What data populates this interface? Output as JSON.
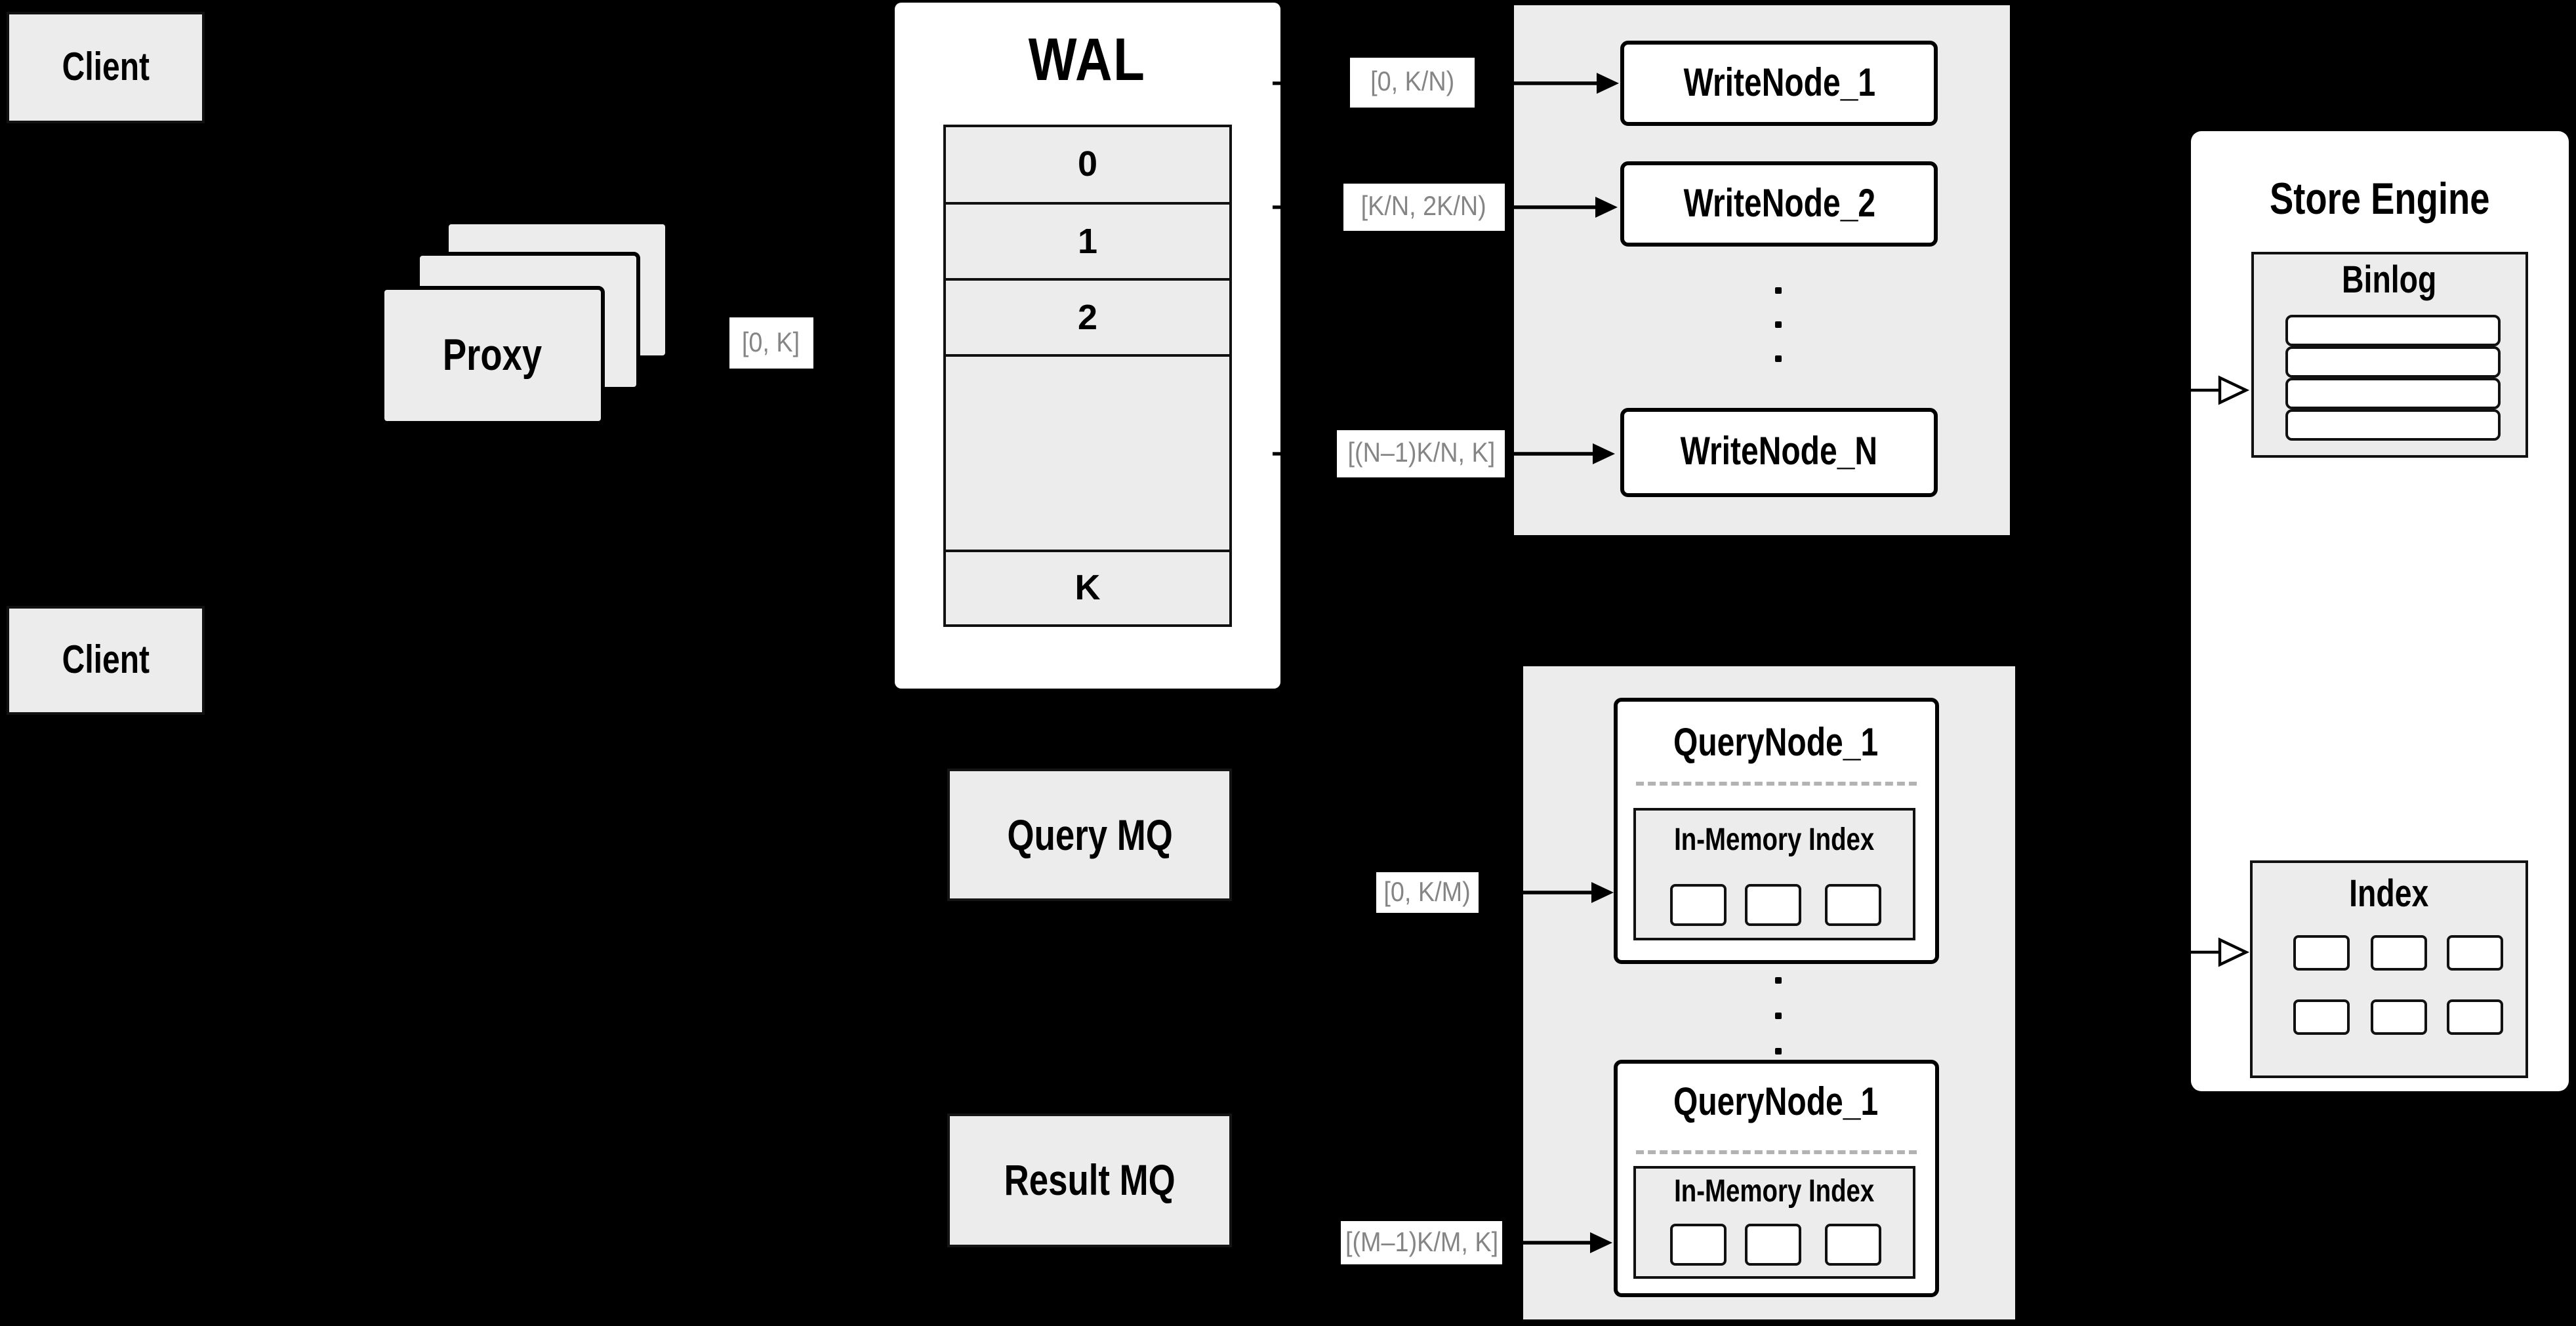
{
  "clients": {
    "top_label": "Client",
    "bottom_label": "Client"
  },
  "proxy": {
    "label": "Proxy",
    "range_label": "[0, K]"
  },
  "wal": {
    "title": "WAL",
    "rows": [
      "0",
      "1",
      "2"
    ],
    "last_row": "K"
  },
  "write_group": {
    "labels": [
      "[0,  K/N)",
      "[K/N, 2K/N)",
      "[(N–1)K/N,  K]"
    ],
    "nodes": [
      "WriteNode_1",
      "WriteNode_2",
      "WriteNode_N"
    ]
  },
  "query_group": {
    "labels": [
      "[0, K/M)",
      "[(M–1)K/M, K]"
    ],
    "nodes": [
      {
        "title": "QueryNode_1",
        "index_label": "In-Memory Index"
      },
      {
        "title": "QueryNode_1",
        "index_label": "In-Memory Index"
      }
    ]
  },
  "mq": {
    "query_label": "Query MQ",
    "result_label": "Result MQ"
  },
  "store_engine": {
    "title": "Store Engine",
    "binlog_title": "Binlog",
    "index_title": "Index"
  },
  "colors": {
    "background": "#000000",
    "panel_gray": "#ececec",
    "node_white": "#ffffff",
    "range_label_text": "#858585",
    "line_black": "#000000",
    "dash_gray": "#b3b3b3"
  }
}
